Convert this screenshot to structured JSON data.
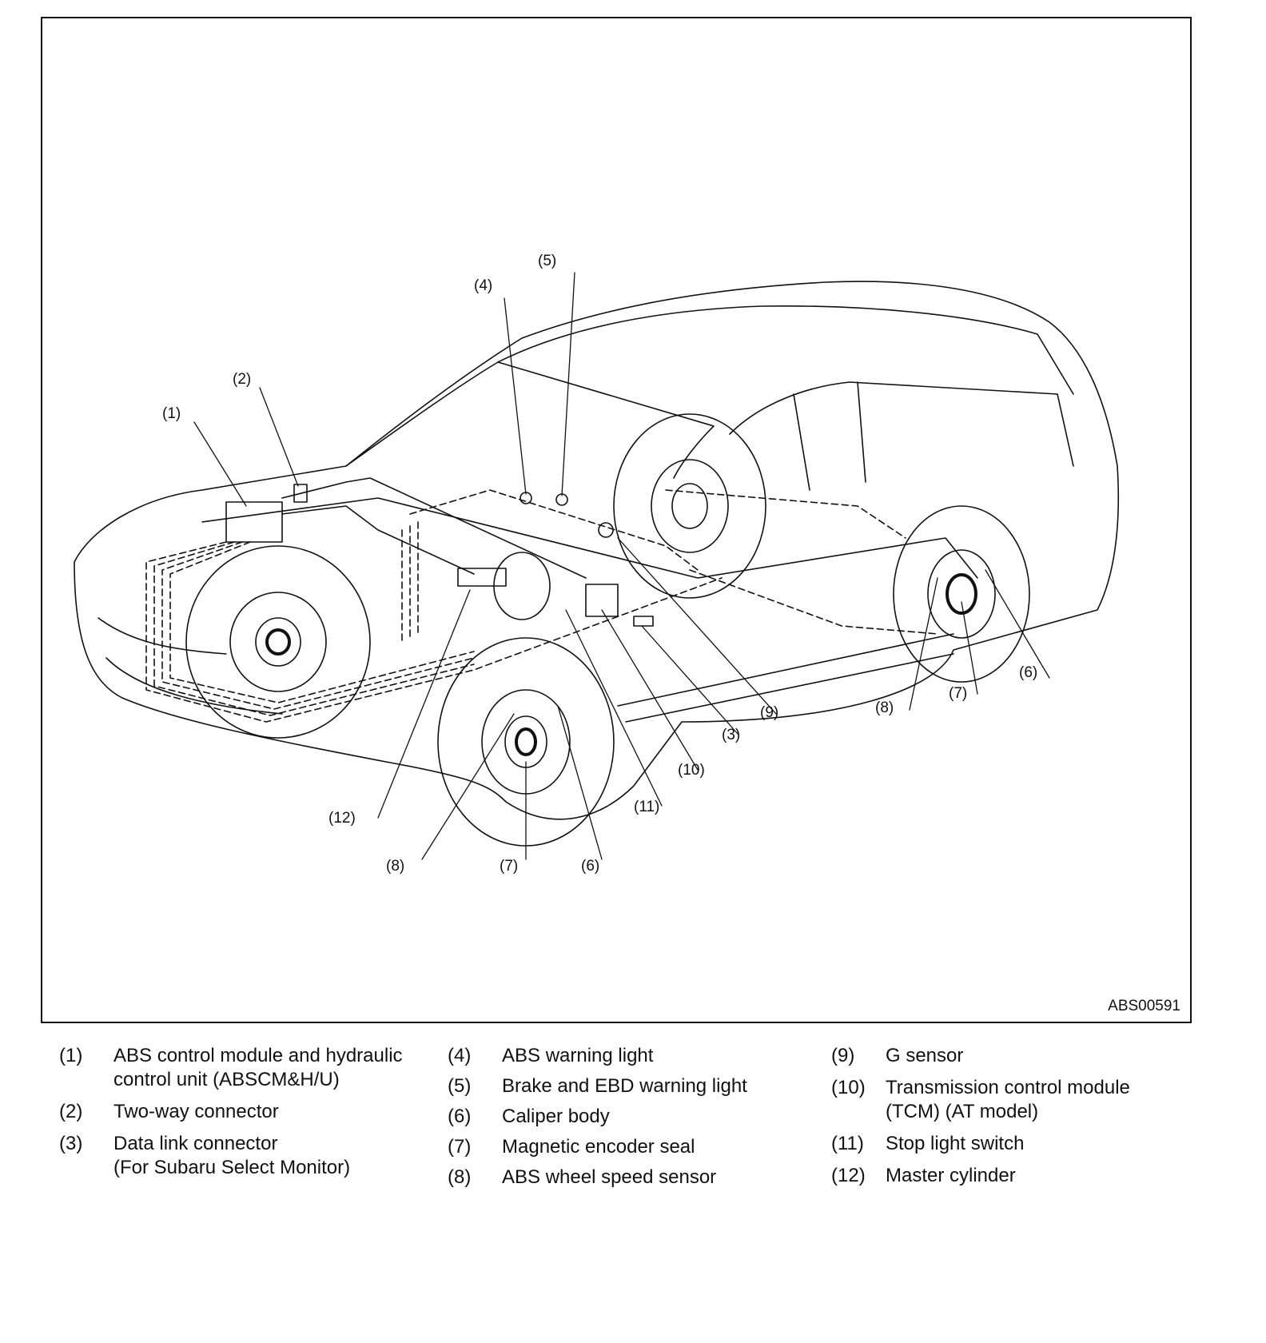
{
  "figure": {
    "callouts": [
      {
        "id": "c1",
        "label": "(1)"
      },
      {
        "id": "c2",
        "label": "(2)"
      },
      {
        "id": "c3",
        "label": "(3)"
      },
      {
        "id": "c4",
        "label": "(4)"
      },
      {
        "id": "c5",
        "label": "(5)"
      },
      {
        "id": "c6a",
        "label": "(6)"
      },
      {
        "id": "c6b",
        "label": "(6)"
      },
      {
        "id": "c7a",
        "label": "(7)"
      },
      {
        "id": "c7b",
        "label": "(7)"
      },
      {
        "id": "c8a",
        "label": "(8)"
      },
      {
        "id": "c8b",
        "label": "(8)"
      },
      {
        "id": "c9",
        "label": "(9)"
      },
      {
        "id": "c10",
        "label": "(10)"
      },
      {
        "id": "c11",
        "label": "(11)"
      },
      {
        "id": "c12",
        "label": "(12)"
      }
    ],
    "figure_id": "ABS00591"
  },
  "legend": {
    "columns": [
      [
        {
          "num": "(1)",
          "text": "ABS control module and hydraulic\ncontrol unit (ABSCM&H/U)"
        },
        {
          "num": "(2)",
          "text": "Two-way connector"
        },
        {
          "num": "(3)",
          "text": "Data link connector\n(For Subaru Select Monitor)"
        }
      ],
      [
        {
          "num": "(4)",
          "text": "ABS warning light"
        },
        {
          "num": "(5)",
          "text": "Brake and EBD warning light"
        },
        {
          "num": "(6)",
          "text": "Caliper body"
        },
        {
          "num": "(7)",
          "text": "Magnetic encoder seal"
        },
        {
          "num": "(8)",
          "text": "ABS wheel speed sensor"
        }
      ],
      [
        {
          "num": "(9)",
          "text": "G sensor"
        },
        {
          "num": "(10)",
          "text": "Transmission control module\n(TCM) (AT model)"
        },
        {
          "num": "(11)",
          "text": "Stop light switch"
        },
        {
          "num": "(12)",
          "text": "Master cylinder"
        }
      ]
    ]
  }
}
